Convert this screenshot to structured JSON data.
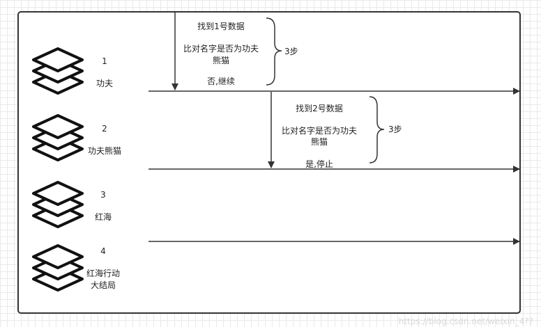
{
  "records": [
    {
      "index": "1",
      "name_lines": [
        "功夫"
      ]
    },
    {
      "index": "2",
      "name_lines": [
        "功夫熊猫"
      ]
    },
    {
      "index": "3",
      "name_lines": [
        "红海"
      ]
    },
    {
      "index": "4",
      "name_lines": [
        "红海行动",
        "大结局"
      ]
    }
  ],
  "search1": {
    "find": "找到1号数据",
    "compare_lines": [
      "比对名字是否为功夫",
      "熊猫"
    ],
    "result": "否,继续",
    "steps": "3步"
  },
  "search2": {
    "find": "找到2号数据",
    "compare_lines": [
      "比对名字是否为功夫",
      "熊猫"
    ],
    "result": "是,停止",
    "steps": "3步"
  },
  "watermark": "https://blog.csdn.net/weixin_4??"
}
